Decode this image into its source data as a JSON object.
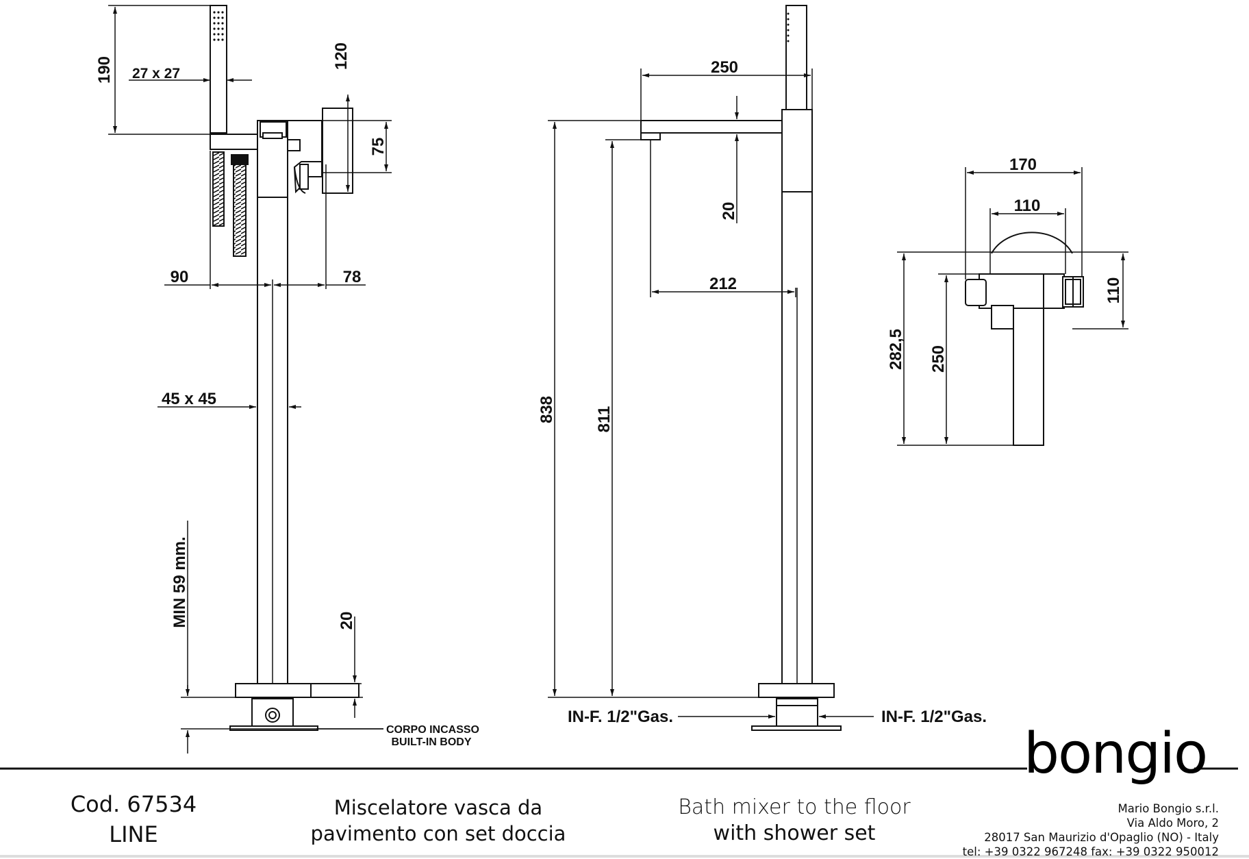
{
  "dimensions": {
    "d190": "190",
    "d27x27": "27 x 27",
    "d120": "120",
    "d75": "75",
    "d90": "90",
    "d78": "78",
    "d45x45": "45 x 45",
    "dMin59": "MIN 59 mm.",
    "d20a": "20",
    "d250a": "250",
    "d20b": "20",
    "d212": "212",
    "d838": "838",
    "d811": "811",
    "d170": "170",
    "d110a": "110",
    "d110b": "110",
    "d282": "282,5",
    "d250b": "250"
  },
  "labels": {
    "inlet_left": "IN-F. 1/2\"Gas.",
    "inlet_right": "IN-F. 1/2\"Gas.",
    "built_in_it": "CORPO INCASSO",
    "built_in_en": "BUILT-IN BODY"
  },
  "footer": {
    "code": "Cod. 67534",
    "line": "LINE",
    "desc_it_1": "Miscelatore vasca da",
    "desc_it_2": "pavimento con set doccia",
    "desc_en_1": "Bath mixer to the floor",
    "desc_en_2": "with shower set",
    "logo": "bongio",
    "company_name": "Mario Bongio s.r.l.",
    "address_1": "Via Aldo Moro, 2",
    "address_2": "28017 San Maurizio d'Opaglio (NO) - Italy",
    "contacts": "tel: +39 0322 967248    fax: +39 0322 950012"
  }
}
